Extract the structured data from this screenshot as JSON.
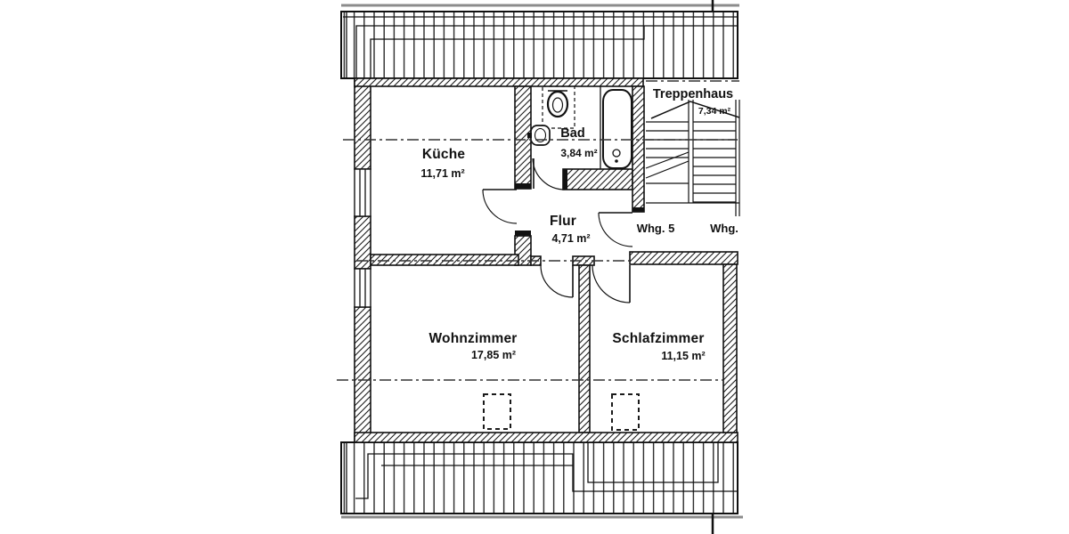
{
  "floorplan": {
    "rooms": [
      {
        "id": "kueche",
        "name": "Küche",
        "area": "11,71 m²"
      },
      {
        "id": "bad",
        "name": "Bad",
        "area": "3,84 m²"
      },
      {
        "id": "flur",
        "name": "Flur",
        "area": "4,71 m²"
      },
      {
        "id": "wohnzimmer",
        "name": "Wohnzimmer",
        "area": "17,85 m²"
      },
      {
        "id": "schlafzimmer",
        "name": "Schlafzimmer",
        "area": "11,15 m²"
      },
      {
        "id": "treppenhaus",
        "name": "Treppenhaus",
        "area": "7,34 m²"
      }
    ],
    "apartments": {
      "current": "Whg. 5",
      "adjacent": "Whg."
    },
    "colors": {
      "line": "#111111",
      "gray": "#8c8c8c",
      "background": "#ffffff"
    }
  }
}
